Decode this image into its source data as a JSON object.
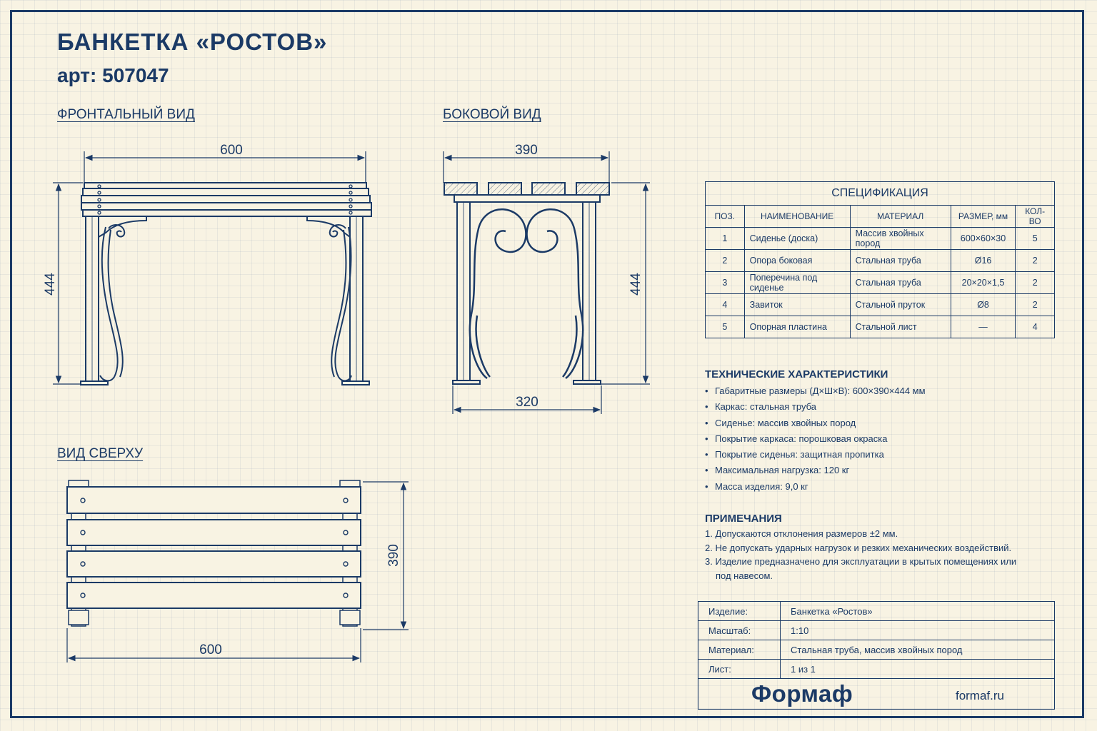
{
  "title": "БАНКЕТКА «РОСТОВ»",
  "article": "арт: 507047",
  "views": {
    "front": {
      "label": "ФРОНТАЛЬНЫЙ ВИД",
      "width_dim": "600",
      "height_dim": "444"
    },
    "side": {
      "label": "БОКОВОЙ ВИД",
      "width_dim": "390",
      "height_dim": "444",
      "base_dim": "320"
    },
    "top": {
      "label": "ВИД СВЕРХУ",
      "width_dim": "600",
      "depth_dim": "390"
    }
  },
  "spec": {
    "title": "СПЕЦИФИКАЦИЯ",
    "headers": [
      "ПОЗ.",
      "НАИМЕНОВАНИЕ",
      "МАТЕРИАЛ",
      "РАЗМЕР, мм",
      "КОЛ-ВО"
    ],
    "rows": [
      [
        "1",
        "Сиденье (доска)",
        "Массив хвойных пород",
        "600×60×30",
        "5"
      ],
      [
        "2",
        "Опора боковая",
        "Стальная труба",
        "Ø16",
        "2"
      ],
      [
        "3",
        "Поперечина под сиденье",
        "Стальная труба",
        "20×20×1,5",
        "2"
      ],
      [
        "4",
        "Завиток",
        "Стальной пруток",
        "Ø8",
        "2"
      ],
      [
        "5",
        "Опорная пластина",
        "Стальной лист",
        "—",
        "4"
      ]
    ]
  },
  "tech": {
    "title": "ТЕХНИЧЕСКИЕ ХАРАКТЕРИСТИКИ",
    "items": [
      "Габаритные размеры (Д×Ш×В): 600×390×444 мм",
      "Каркас: стальная труба",
      "Сиденье: массив хвойных пород",
      "Покрытие каркаса: порошковая окраска",
      "Покрытие сиденья: защитная пропитка",
      "Максимальная нагрузка: 120 кг",
      "Масса изделия: 9,0 кг"
    ]
  },
  "notes": {
    "title": "ПРИМЕЧАНИЯ",
    "items": [
      "1. Допускаются отклонения размеров ±2 мм.",
      "2. Не допускать ударных нагрузок и резких механических воздействий.",
      "3. Изделие предназначено для эксплуатации в крытых помещениях или под навесом."
    ]
  },
  "stamp": {
    "rows": [
      {
        "key": "Изделие:",
        "value": "Банкетка «Ростов»"
      },
      {
        "key": "Масштаб:",
        "value": "1:10"
      },
      {
        "key": "Материал:",
        "value": "Стальная труба, массив хвойных пород"
      },
      {
        "key": "Лист:",
        "value": "1 из 1"
      }
    ],
    "brand": "Формаф",
    "site": "formaf.ru"
  },
  "colors": {
    "ink": "#1b3a66",
    "paper": "#f8f3e3"
  }
}
